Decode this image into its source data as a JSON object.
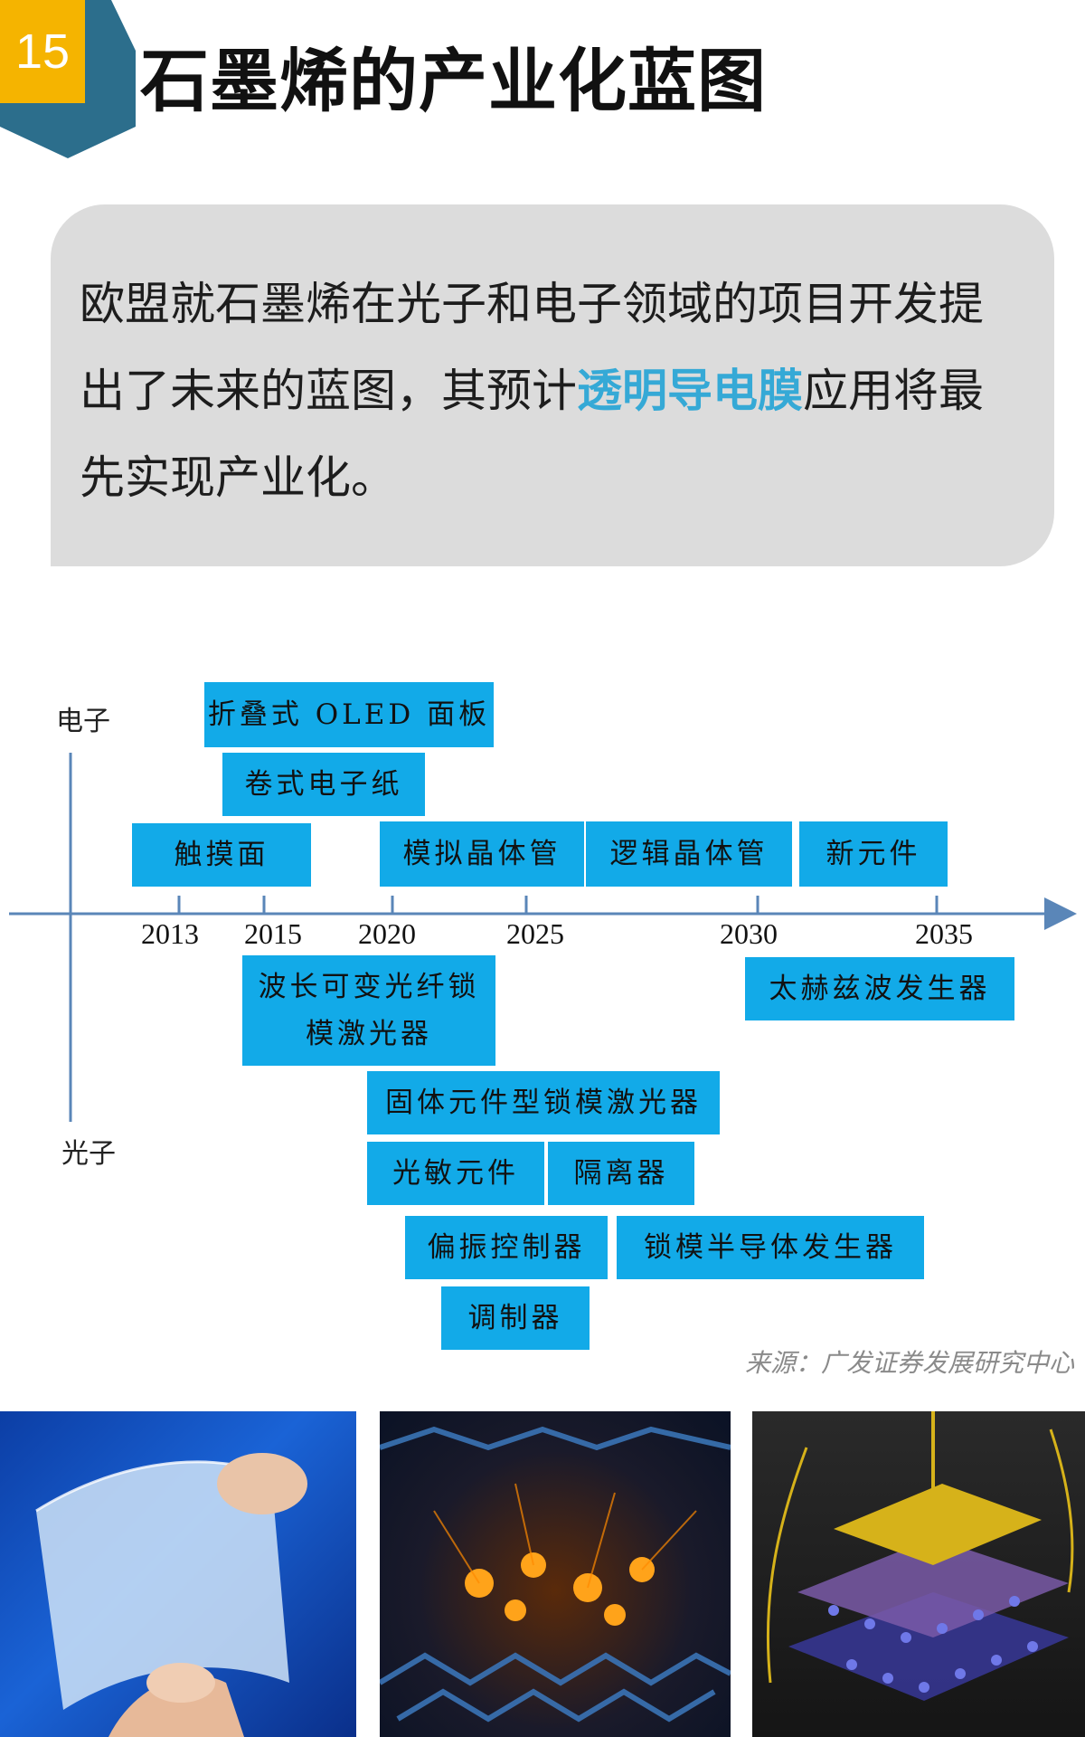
{
  "header": {
    "number": "15",
    "title": "石墨烯的产业化蓝图"
  },
  "callout": {
    "text_before": "欧盟就石墨烯在光子和电子领域的项目开发提出了未来的蓝图，其预计",
    "highlight": "透明导电膜",
    "text_after": "应用将最先实现产业化。",
    "colors": {
      "highlight": "#35a9d6",
      "background": "#dcdcdc"
    }
  },
  "diagram": {
    "axis_top_label": "电子",
    "axis_bottom_label": "光子",
    "years": [
      "2013",
      "2015",
      "2020",
      "2025",
      "2030",
      "2035"
    ],
    "electronics": [
      "折叠式 OLED 面板",
      "卷式电子纸",
      "触摸面",
      "模拟晶体管",
      "逻辑晶体管",
      "新元件"
    ],
    "photonics": [
      [
        "波长可变光纤锁",
        "模激光器"
      ],
      "太赫兹波发生器",
      "固体元件型锁模激光器",
      "光敏元件",
      "隔离器",
      "偏振控制器",
      "锁模半导体发生器",
      "调制器"
    ],
    "colors": {
      "box": "#12aae8",
      "axis": "#5a86b8"
    }
  },
  "source": "来源：广发证券发展研究中心",
  "photos": [
    {
      "icon": "flexible-film-photo"
    },
    {
      "icon": "graphene-electrons-photo"
    },
    {
      "icon": "graphene-device-photo"
    }
  ]
}
